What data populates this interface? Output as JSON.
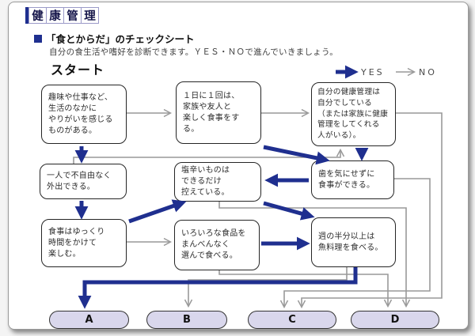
{
  "header": {
    "title_chars": [
      "健",
      "康",
      "管",
      "理"
    ],
    "subtitle": "「食とからだ」のチェックシート",
    "description": "自分の食生活や嗜好を診断できます。ＹＥＳ・ＮＯで進んでいきましょう。",
    "start_label": "スタート"
  },
  "legend": {
    "yes_label": "YES",
    "no_label": "NO"
  },
  "colors": {
    "yes_arrow": "#1f2f8f",
    "no_arrow": "#999999",
    "result_fill": "#d9d7ec"
  },
  "boxes": [
    {
      "id": "q1",
      "text": "趣味や仕事など、\n生活のなかに\nやりがいを感じる\nものがある。"
    },
    {
      "id": "q2",
      "text": "１日に１回は、\n家族や友人と\n楽しく食事をする。"
    },
    {
      "id": "q3",
      "text": "自分の健康管理は\n自分でしている\n（または家族に健康\n管理をしてくれる\n人がいる）。"
    },
    {
      "id": "q4",
      "text": "一人で不自由なく\n外出できる。"
    },
    {
      "id": "q5",
      "text": "塩辛いものは\nできるだけ\n控えている。"
    },
    {
      "id": "q6",
      "text": "歯を気にせずに\n食事ができる。"
    },
    {
      "id": "q7",
      "text": "食事はゆっくり\n時間をかけて\n楽しむ。"
    },
    {
      "id": "q8",
      "text": "いろいろな食品を\nまんべんなく\n選んで食べる。"
    },
    {
      "id": "q9",
      "text": "週の半分以上は\n魚料理を食べる。"
    }
  ],
  "results": [
    {
      "label": "A"
    },
    {
      "label": "B"
    },
    {
      "label": "C"
    },
    {
      "label": "D"
    }
  ],
  "flow": {
    "q1": {
      "yes": "q4",
      "no": "q2"
    },
    "q2": {
      "yes": "q6",
      "no": "q3"
    },
    "q3": {
      "yes": "q6",
      "no": "C"
    },
    "q4": {
      "yes": "q7",
      "no": "q3"
    },
    "q5": {
      "yes": "q9",
      "no": "D"
    },
    "q6": {
      "yes": "q5",
      "no": "C"
    },
    "q7": {
      "yes": "q5",
      "no": "q8"
    },
    "q8": {
      "yes": "q9",
      "no": "D"
    },
    "q9": {
      "yes": "A",
      "no": "B"
    }
  }
}
